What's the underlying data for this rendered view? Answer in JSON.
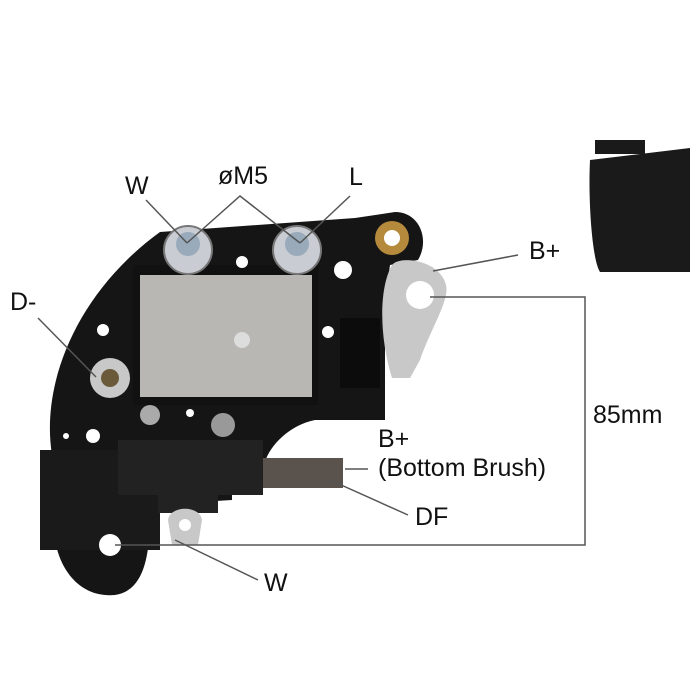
{
  "labels": {
    "w_top": "W",
    "m5": "øM5",
    "l": "L",
    "b_plus_top": "B+",
    "d_minus": "D-",
    "dimension": "85mm",
    "b_plus_brush": "B+",
    "bottom_brush": "(Bottom Brush)",
    "df": "DF",
    "w_bottom": "W"
  },
  "colors": {
    "board": "#151515",
    "heatsink": "#b9b7b3",
    "terminal": "#c8c8c8",
    "brass": "#b58a3c",
    "line": "#555555"
  }
}
